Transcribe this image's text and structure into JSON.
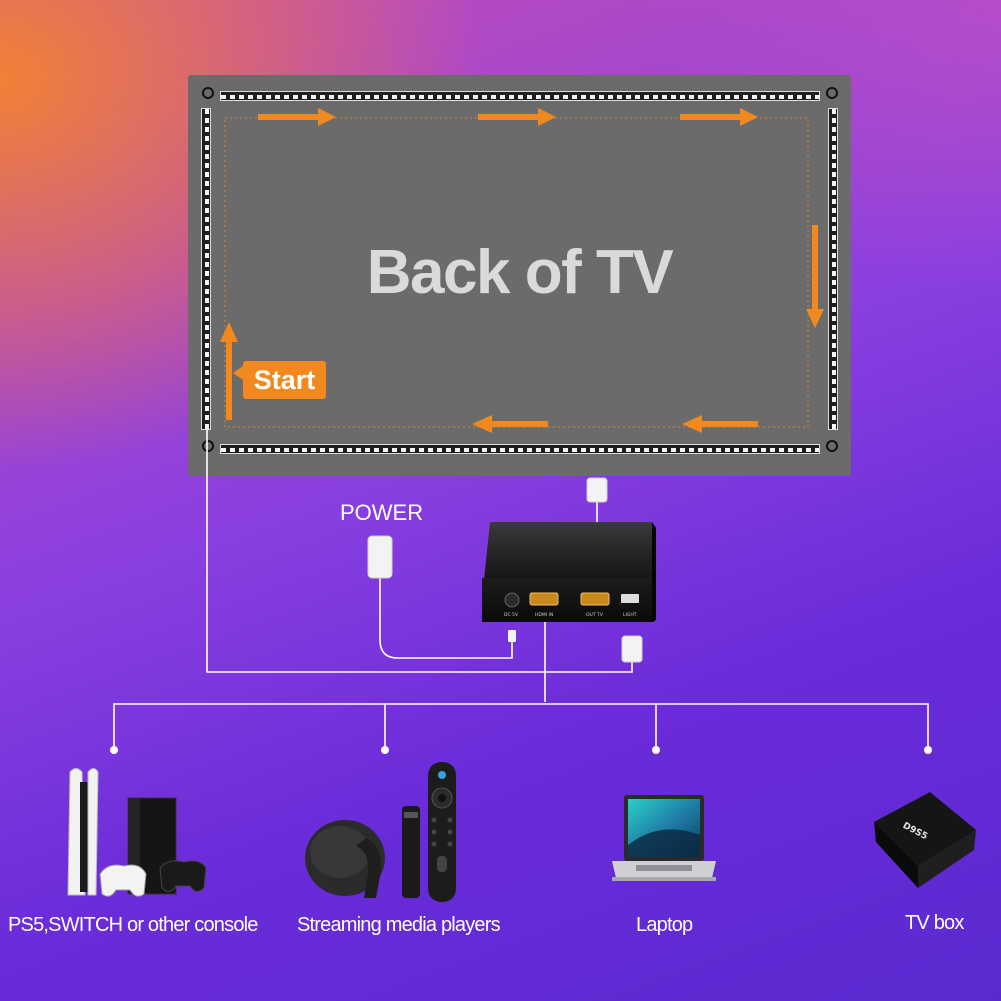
{
  "tv": {
    "label": "Back of TV"
  },
  "start_label": "Start",
  "power_label": "POWER",
  "box_ports": {
    "dc": "DC 5V",
    "hdmi_in": "HDMI IN",
    "hdmi_out": "OUT TV",
    "light": "LIGHT"
  },
  "devices": [
    {
      "label": "PS5,SWITCH or other console",
      "icon": "game-console-icon"
    },
    {
      "label": "Streaming media players",
      "icon": "streaming-player-icon"
    },
    {
      "label": "Laptop",
      "icon": "laptop-icon"
    },
    {
      "label": "TV box",
      "icon": "tv-box-icon"
    }
  ],
  "tv_box_brand": "D9S5",
  "colors": {
    "arrow": "#f2891f",
    "tv_panel": "#6b6b6b",
    "wire": "#ffffff"
  }
}
